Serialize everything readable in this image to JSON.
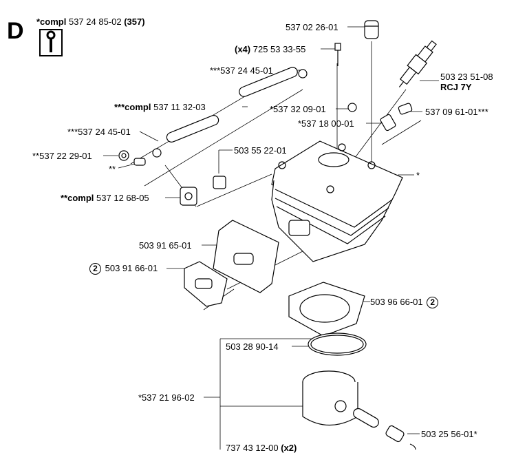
{
  "section": "D",
  "header": {
    "prefix": "*compl",
    "part": "537 24 85-02",
    "qty": "(357)"
  },
  "tool_icon": "wrench-icon",
  "labels": {
    "cap": "537 02 26-01",
    "screw_qty": "(x4)",
    "screw": "725 53 33-55",
    "clip_top": "***537 24 45-01",
    "plug": "503 23 51-08",
    "plug_type": "RCJ 7Y",
    "tube_prefix": "***compl",
    "tube": "537 11 32-03",
    "clip_right": "*537 32 09-01",
    "pin_right": "537 09 61-01***",
    "sleeve": "*537 18 00-01",
    "clip_left": "***537 24 45-01",
    "washer": "**537 22 29-01",
    "nipple": "503 55 22-01",
    "double_star": "**",
    "cylinder_star": "*",
    "valve_prefix": "**compl",
    "valve": "537 12 68-05",
    "gasket_muffler": "503 91 65-01",
    "plate_circle": "2",
    "plate": "503 91 66-01",
    "base_gasket": "503 96 66-01",
    "base_gasket_circle": "2",
    "ring": "503 28 90-14",
    "piston": "*537 21 96-02",
    "bearing": "503 25 56-01*",
    "bottom_part": "737 43 12-00",
    "bottom_qty": "(x2)"
  }
}
